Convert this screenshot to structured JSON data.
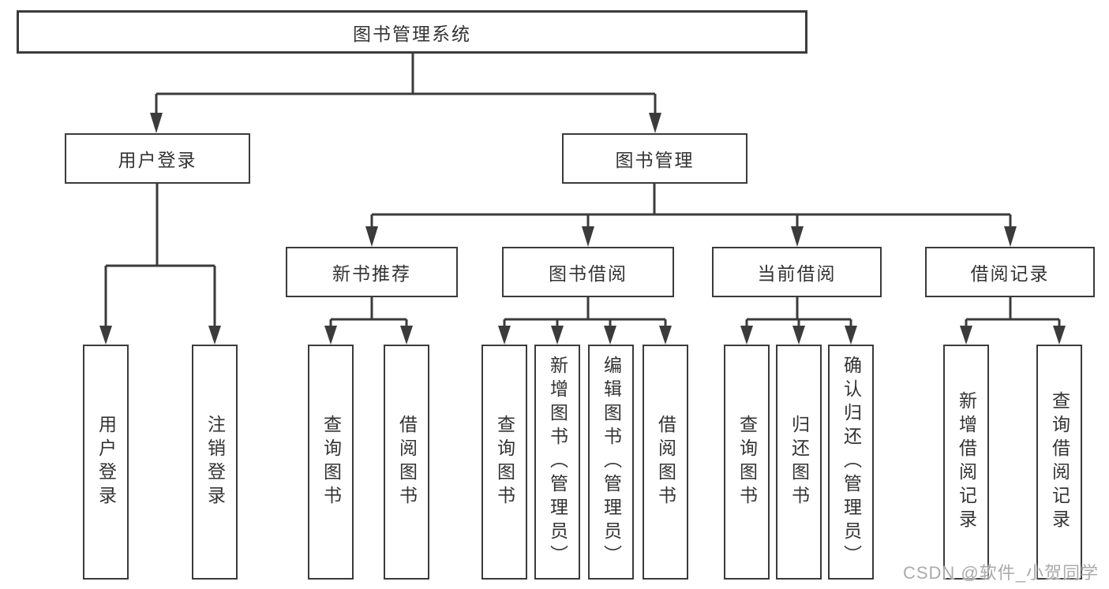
{
  "diagram": {
    "root": {
      "label": "图书管理系统"
    },
    "level2": [
      {
        "label": "用户登录"
      },
      {
        "label": "图书管理"
      }
    ],
    "level3": [
      {
        "label": "新书推荐"
      },
      {
        "label": "图书借阅"
      },
      {
        "label": "当前借阅"
      },
      {
        "label": "借阅记录"
      }
    ],
    "leaves": {
      "user_login": [
        "用户登录",
        "注销登录"
      ],
      "new_book": [
        "查询图书",
        "借阅图书"
      ],
      "borrow": [
        "查询图书",
        "新增图书（管理员）",
        "编辑图书（管理员）",
        "借阅图书"
      ],
      "current": [
        "查询图书",
        "归还图书",
        "确认归还（管理员）"
      ],
      "records": [
        "新增借阅记录",
        "查询借阅记录"
      ]
    }
  },
  "watermark": {
    "text": "CSDN @软件_小贺同学"
  },
  "colors": {
    "line": "#3b3b3b",
    "box_border": "#3b3b3b",
    "text": "#333333",
    "watermark": "#ababab",
    "background": "#ffffff"
  }
}
